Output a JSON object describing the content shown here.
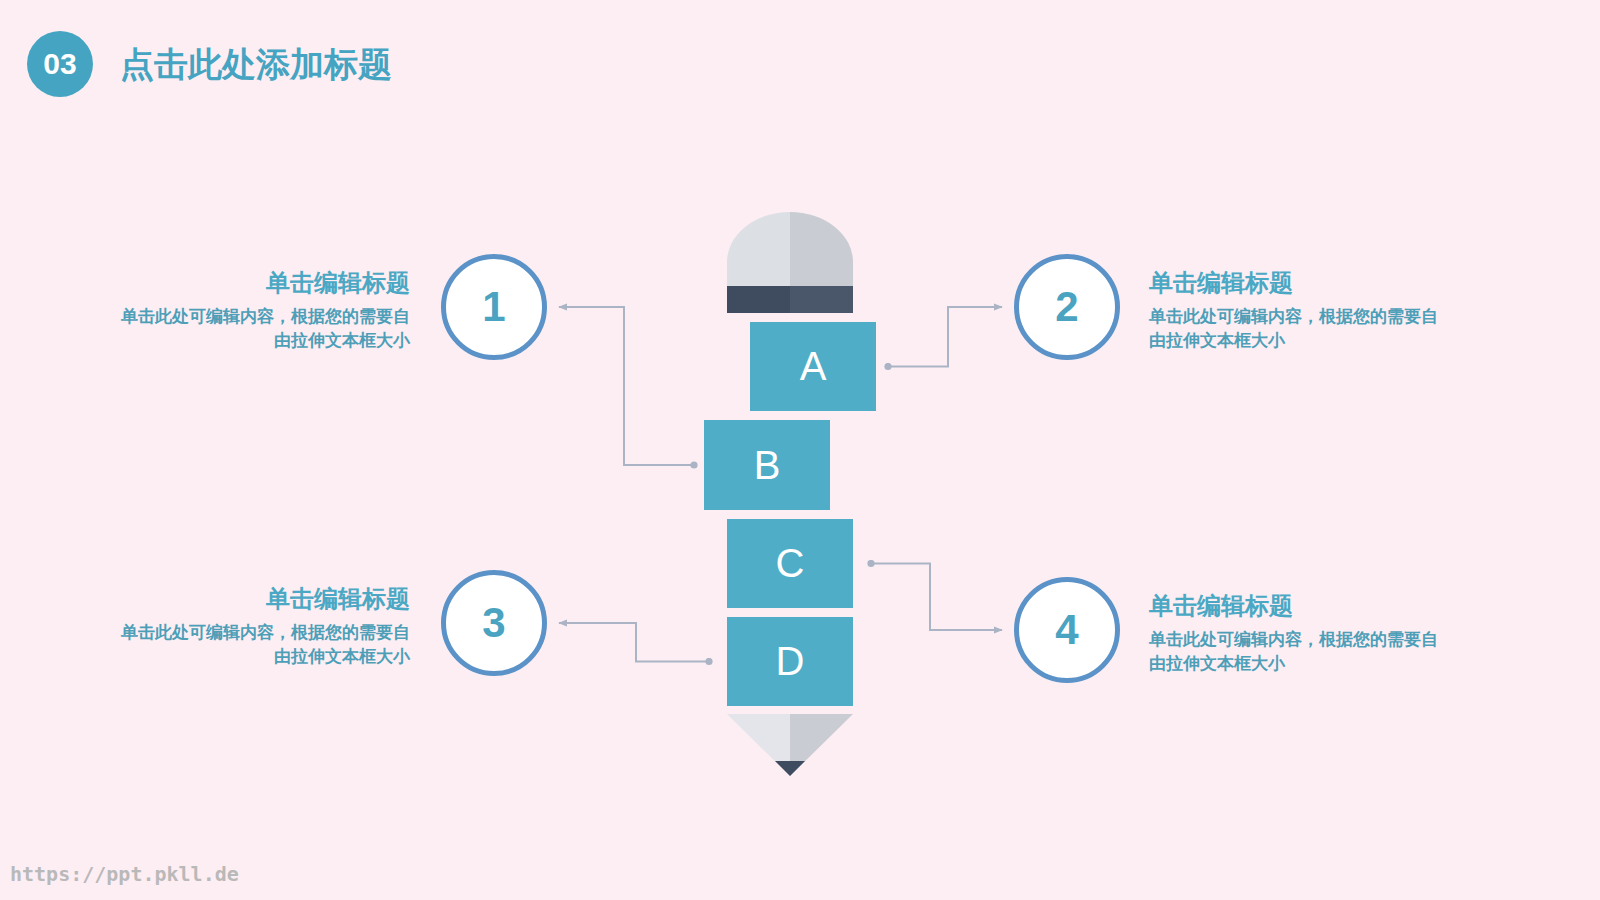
{
  "diagram": {
    "title": "点击此处添加标题",
    "nodes": [
      {
        "text": [
          "03"
        ]
      },
      {
        "text": [
          "1",
          "单击编辑标题",
          "单击此处可编辑内容，根据您的需要自由拉伸文本框大小"
        ]
      },
      {
        "text": [
          "2",
          "单击编辑标题",
          "单击此处可编辑内容，根据您的需要自由拉伸文本框大小"
        ]
      },
      {
        "text": [
          "A"
        ]
      },
      {
        "text": [
          "B"
        ]
      },
      {
        "text": [
          "C"
        ]
      },
      {
        "text": [
          "D"
        ]
      },
      {
        "text": [
          "3",
          "单击编辑标题",
          "单击此处可编辑内容，根据您的需要自由拉伸文本框大小"
        ]
      },
      {
        "text": [
          "4",
          "单击编辑标题",
          "单击此处可编辑内容，根据您的需要自由拉伸文本框大小"
        ]
      }
    ],
    "edges": [
      {
        "from": 4,
        "to": 1,
        "arrow": "to"
      },
      {
        "from": 3,
        "to": 2,
        "arrow": "to"
      },
      {
        "from": 6,
        "to": 7,
        "arrow": "to"
      },
      {
        "from": 5,
        "to": 8,
        "arrow": "to"
      }
    ],
    "labels": [
      "https://ppt.pkll.de"
    ]
  }
}
